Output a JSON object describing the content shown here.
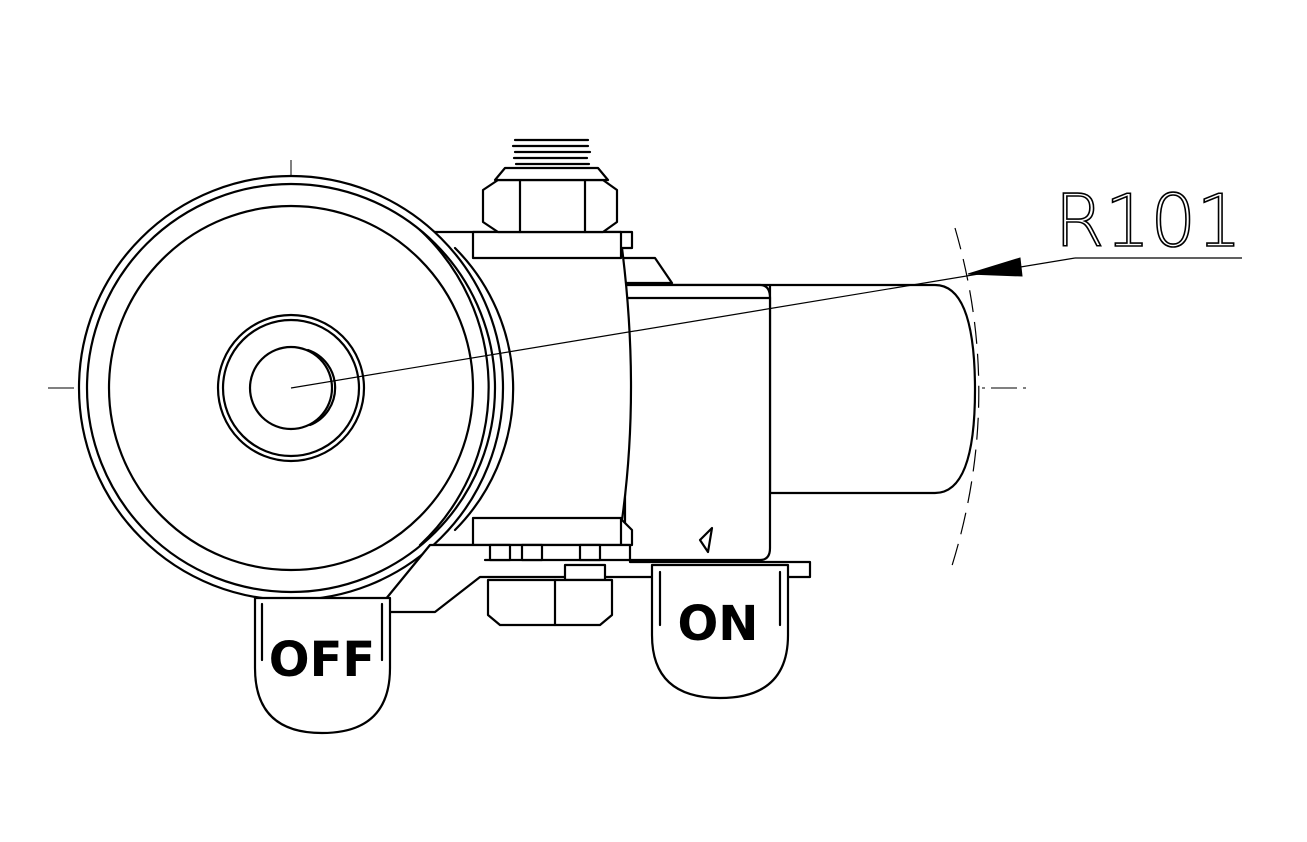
{
  "drawing": {
    "radius_dimension": "R101",
    "labels": {
      "off": "OFF",
      "on": "ON"
    },
    "colors": {
      "line": "#000000",
      "background": "#ffffff"
    }
  }
}
